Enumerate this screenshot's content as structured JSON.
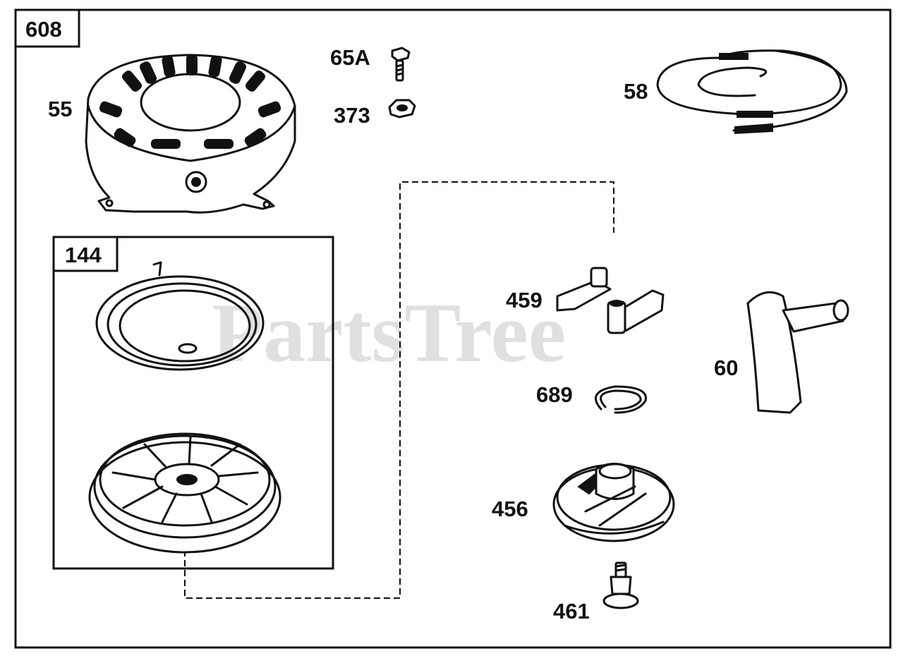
{
  "diagram": {
    "assembly_number": "608",
    "subassembly_number": "144",
    "watermark": "PartsTree",
    "parts": [
      {
        "id": "55",
        "label": "55"
      },
      {
        "id": "65A",
        "label": "65A"
      },
      {
        "id": "373",
        "label": "373"
      },
      {
        "id": "58",
        "label": "58"
      },
      {
        "id": "459",
        "label": "459"
      },
      {
        "id": "60",
        "label": "60"
      },
      {
        "id": "689",
        "label": "689"
      },
      {
        "id": "456",
        "label": "456"
      },
      {
        "id": "461",
        "label": "461"
      }
    ]
  }
}
